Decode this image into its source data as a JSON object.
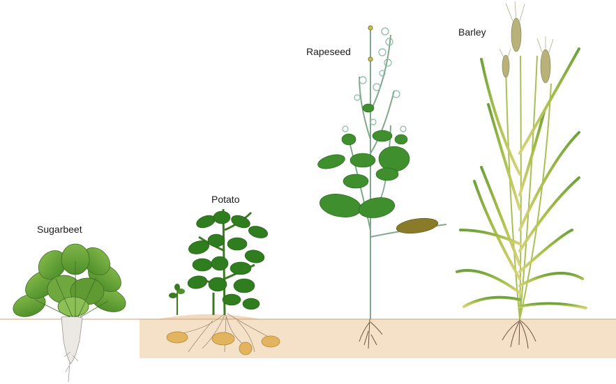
{
  "labels": {
    "sugarbeet": "Sugarbeet",
    "potato": "Potato",
    "rapeseed": "Rapeseed",
    "barley": "Barley"
  },
  "colors": {
    "soil": "#f5e1c8",
    "soil_line": "#c9a27a",
    "leaf_dark": "#2f7d1f",
    "leaf_light": "#7fb548",
    "barley_stem": "#b9c85a",
    "tuber": "#e3b45e",
    "beet_root": "#ece9e4",
    "root": "#7a5b3a"
  }
}
